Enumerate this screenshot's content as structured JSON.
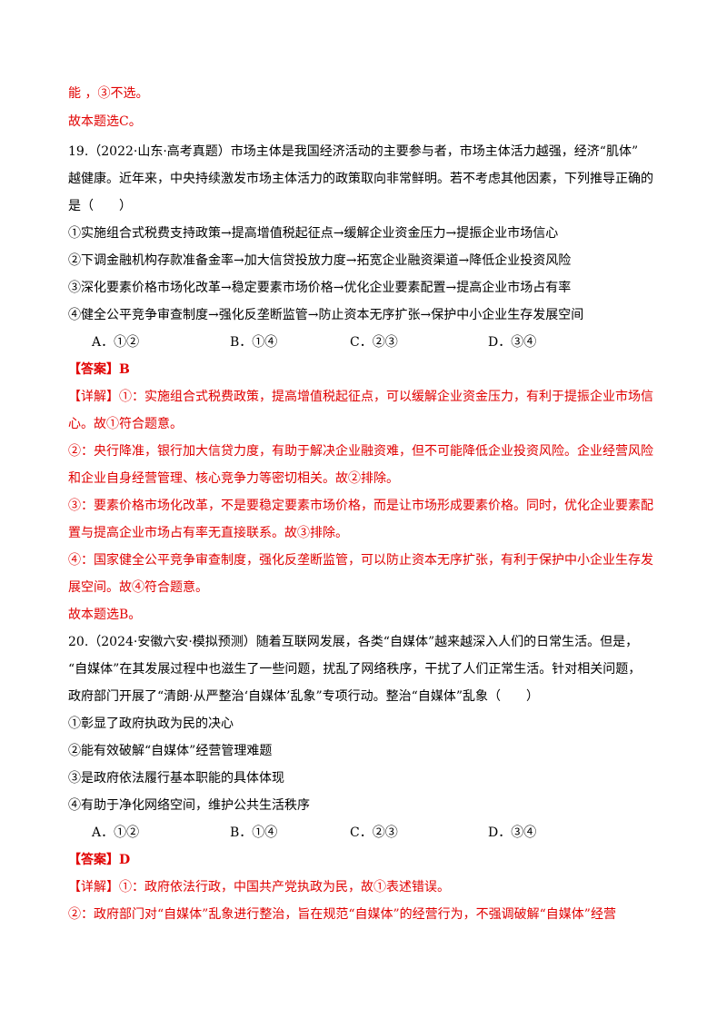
{
  "top": {
    "line1": "能 ，③不选。",
    "line2": "故本题选C。"
  },
  "q19": {
    "stem": [
      "19.（2022·山东·高考真题）市场主体是我国经济活动的主要参与者，市场主体活力越强，经济“肌体”",
      "越健康。近年来，中央持续激发市场主体活力的政策取向非常鲜明。若不考虑其他因素，下列推导正确的",
      "是（　　）"
    ],
    "items": [
      "①实施组合式税费支持政策→提高增值税起征点→缓解企业资金压力→提振企业市场信心",
      "②下调金融机构存款准备金率→加大信贷投放力度→拓宽企业融资渠道→降低企业投资风险",
      "③深化要素价格市场化改革→稳定要素市场价格→优化企业要素配置→提高企业市场占有率",
      "④健全公平竞争审查制度→强化反垄断监管→防止资本无序扩张→保护中小企业生存发展空间"
    ],
    "options": {
      "a": "A．①②",
      "b": "B．①④",
      "c": "C．②③",
      "d": "D．③④"
    },
    "answer": "【答案】B",
    "analysis": [
      "【详解】①：实施组合式税费政策，提高增值税起征点，可以缓解企业资金压力，有利于提振企业市场信",
      "心。故①符合题意。",
      "②：央行降准，银行加大信贷力度，有助于解决企业融资难，但不可能降低企业投资风险。企业经营风险",
      "和企业自身经营管理、核心竞争力等密切相关。故②排除。",
      "③：要素价格市场化改革，不是要稳定要素市场价格，而是让市场形成要素价格。同时，优化企业要素配",
      "置与提高企业市场占有率无直接联系。故③排除。",
      "④：国家健全公平竞争审查制度，强化反垄断监管，可以防止资本无序扩张，有利于保护中小企业生存发",
      "展空间。故④符合题意。",
      "故本题选B。"
    ]
  },
  "q20": {
    "stem": [
      "20.（2024·安徽六安·模拟预测）随着互联网发展，各类“自媒体”越来越深入人们的日常生活。但是，",
      "“自媒体”在其发展过程中也滋生了一些问题，扰乱了网络秩序，干扰了人们正常生活。针对相关问题，",
      "政府部门开展了“清朗·从严整治‘自媒体’乱象”专项行动。整治“自媒体”乱象（　　）"
    ],
    "items": [
      "①彰显了政府执政为民的决心",
      "②能有效破解“自媒体”经营管理难题",
      "③是政府依法履行基本职能的具体体现",
      "④有助于净化网络空间，维护公共生活秩序"
    ],
    "options": {
      "a": "A．①②",
      "b": "B．①④",
      "c": "C．②③",
      "d": "D．③④"
    },
    "answer": "【答案】D",
    "analysis": [
      "【详解】①：政府依法行政，中国共产党执政为民，故①表述错误。",
      "②：政府部门对“自媒体”乱象进行整治，旨在规范“自媒体”的经营行为，不强调破解“自媒体”经营"
    ]
  }
}
